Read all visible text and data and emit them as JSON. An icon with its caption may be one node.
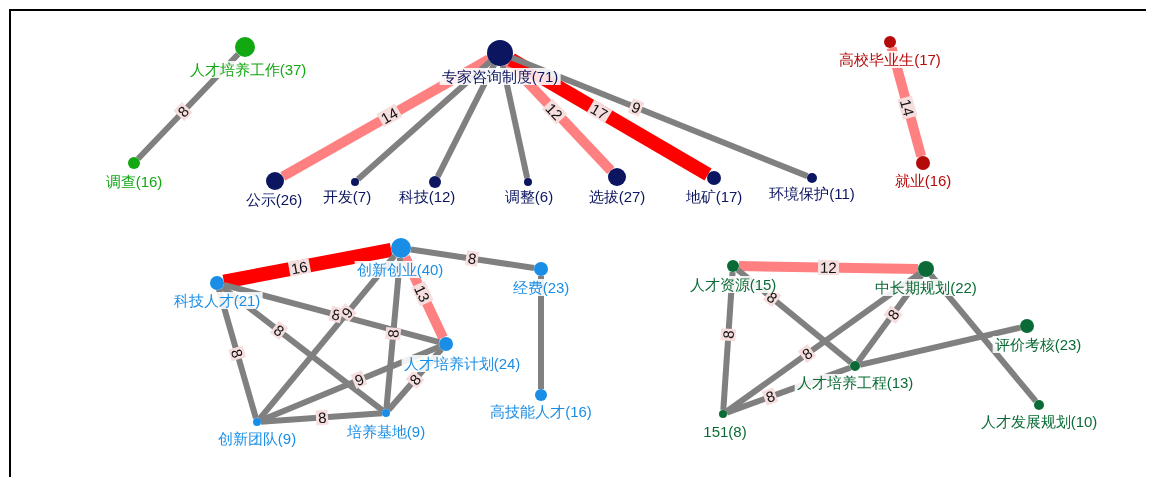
{
  "diagram": {
    "nodes": [
      {
        "text": [
          "人才培养工作(37)"
        ]
      },
      {
        "text": [
          "调查(16)"
        ]
      },
      {
        "text": [
          "专家咨询制度(71)"
        ]
      },
      {
        "text": [
          "公示(26)"
        ]
      },
      {
        "text": [
          "开发(7)"
        ]
      },
      {
        "text": [
          "科技(12)"
        ]
      },
      {
        "text": [
          "调整(6)"
        ]
      },
      {
        "text": [
          "选拔(27)"
        ]
      },
      {
        "text": [
          "地矿(17)"
        ]
      },
      {
        "text": [
          "环境保护(11)"
        ]
      },
      {
        "text": [
          "高校毕业生(17)"
        ]
      },
      {
        "text": [
          "就业(16)"
        ]
      },
      {
        "text": [
          "创新创业(40)"
        ]
      },
      {
        "text": [
          "科技人才(21)"
        ]
      },
      {
        "text": [
          "经费(23)"
        ]
      },
      {
        "text": [
          "人才培养计划(24)"
        ]
      },
      {
        "text": [
          "高技能人才(16)"
        ]
      },
      {
        "text": [
          "创新团队(9)"
        ]
      },
      {
        "text": [
          "培养基地(9)"
        ]
      },
      {
        "text": [
          "人才资源(15)"
        ]
      },
      {
        "text": [
          "中长期规划(22)"
        ]
      },
      {
        "text": [
          "评价考核(23)"
        ]
      },
      {
        "text": [
          "人才培养工程(13)"
        ]
      },
      {
        "text": [
          "151(8)"
        ]
      },
      {
        "text": [
          "人才发展规划(10)"
        ]
      }
    ],
    "edges": [
      {
        "from": 0,
        "to": 1,
        "arrow": "none",
        "label": "8"
      },
      {
        "from": 2,
        "to": 3,
        "arrow": "none",
        "label": "14",
        "color": "#ff8080"
      },
      {
        "from": 2,
        "to": 4,
        "arrow": "none"
      },
      {
        "from": 2,
        "to": 5,
        "arrow": "none"
      },
      {
        "from": 2,
        "to": 6,
        "arrow": "none"
      },
      {
        "from": 2,
        "to": 7,
        "arrow": "none",
        "label": "12",
        "color": "#ff8080"
      },
      {
        "from": 2,
        "to": 8,
        "arrow": "none",
        "label": "17",
        "style": "thick",
        "color": "#ff0000"
      },
      {
        "from": 2,
        "to": 9,
        "arrow": "none",
        "label": "9"
      },
      {
        "from": 10,
        "to": 11,
        "arrow": "none",
        "label": "14",
        "color": "#ff8080"
      },
      {
        "from": 13,
        "to": 12,
        "arrow": "none",
        "label": "16",
        "style": "thick",
        "color": "#ff0000"
      },
      {
        "from": 12,
        "to": 14,
        "arrow": "none",
        "label": "8"
      },
      {
        "from": 12,
        "to": 15,
        "arrow": "none",
        "label": "13",
        "color": "#ff8080"
      },
      {
        "from": 14,
        "to": 16,
        "arrow": "none"
      },
      {
        "from": 13,
        "to": 15,
        "arrow": "none",
        "label": "8"
      },
      {
        "from": 13,
        "to": 18,
        "arrow": "none",
        "label": "8"
      },
      {
        "from": 13,
        "to": 17,
        "arrow": "none",
        "label": "8"
      },
      {
        "from": 12,
        "to": 17,
        "arrow": "none",
        "label": "9"
      },
      {
        "from": 12,
        "to": 18,
        "arrow": "none",
        "label": "8"
      },
      {
        "from": 17,
        "to": 15,
        "arrow": "none",
        "label": "9"
      },
      {
        "from": 18,
        "to": 15,
        "arrow": "none",
        "label": "8"
      },
      {
        "from": 17,
        "to": 18,
        "arrow": "none",
        "label": "8"
      },
      {
        "from": 19,
        "to": 20,
        "arrow": "none",
        "label": "12",
        "color": "#ff8080"
      },
      {
        "from": 19,
        "to": 23,
        "arrow": "none",
        "label": "8"
      },
      {
        "from": 19,
        "to": 22,
        "arrow": "none",
        "label": "8"
      },
      {
        "from": 20,
        "to": 23,
        "arrow": "none",
        "label": "8"
      },
      {
        "from": 20,
        "to": 22,
        "arrow": "none",
        "label": "8"
      },
      {
        "from": 20,
        "to": 24,
        "arrow": "none"
      },
      {
        "from": 21,
        "to": 22,
        "arrow": "none"
      },
      {
        "from": 23,
        "to": 22,
        "arrow": "none",
        "label": "8"
      }
    ]
  }
}
